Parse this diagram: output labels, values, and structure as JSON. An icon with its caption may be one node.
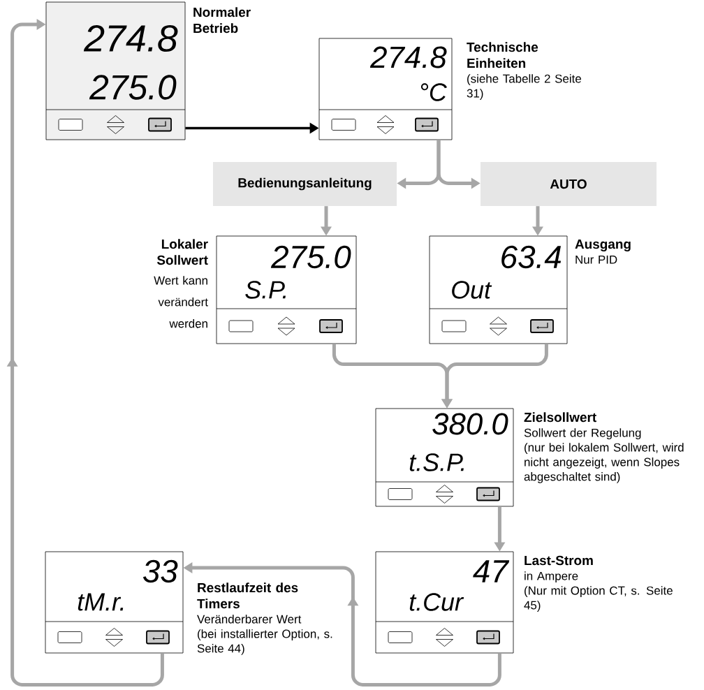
{
  "diagram": {
    "nodes": [
      {
        "text": [
          "274.8",
          "275.0"
        ],
        "beside": [
          "Normaler Betrieb"
        ]
      },
      {
        "text": [
          "274.8",
          "°C"
        ],
        "beside": [
          "Technische Einheiten",
          "(siehe Tabelle 2 Seite 31)"
        ]
      },
      {
        "text": [
          "Bedienungsanleitung"
        ]
      },
      {
        "text": [
          "AUTO"
        ]
      },
      {
        "text": [
          "275.0",
          "S.P."
        ],
        "beside": [
          "Lokaler Sollwert",
          "Wert kann verändert werden"
        ]
      },
      {
        "text": [
          "63.4",
          "Out"
        ],
        "beside": [
          "Ausgang",
          "Nur PID"
        ]
      },
      {
        "text": [
          "380.0",
          "t.S.P."
        ],
        "beside": [
          "Zielsollwert",
          "Sollwert der Regelung",
          "(nur bei lokalem Sollwert, wird nicht angezeigt, wenn Slopes abgeschaltet sind)"
        ]
      },
      {
        "text": [
          "33",
          "tM.r."
        ],
        "beside": [
          "Restlaufzeit des Timers",
          "Veränderbarer Wert",
          "(bei installierter Option, s. Seite 44)"
        ]
      },
      {
        "text": [
          "47",
          "t.Cur"
        ],
        "beside": [
          "Last-Strom",
          "in Ampere",
          "(Nur mit Option CT, s. Seite 45)"
        ]
      }
    ],
    "edges": [
      {
        "from": 0,
        "to": 1,
        "arrow": "to",
        "color": "#000000"
      },
      {
        "from": 1,
        "to": 2,
        "arrow": "to"
      },
      {
        "from": 1,
        "to": 3,
        "arrow": "to"
      },
      {
        "from": 2,
        "to": 4,
        "arrow": "to"
      },
      {
        "from": 3,
        "to": 5,
        "arrow": "to"
      },
      {
        "from": 4,
        "to": 6,
        "arrow": "to"
      },
      {
        "from": 5,
        "to": 6,
        "arrow": "to"
      },
      {
        "from": 6,
        "to": 8,
        "arrow": "to"
      },
      {
        "from": 8,
        "to": 7,
        "arrow": "to"
      },
      {
        "from": 7,
        "to": 0,
        "arrow": "to"
      }
    ]
  }
}
